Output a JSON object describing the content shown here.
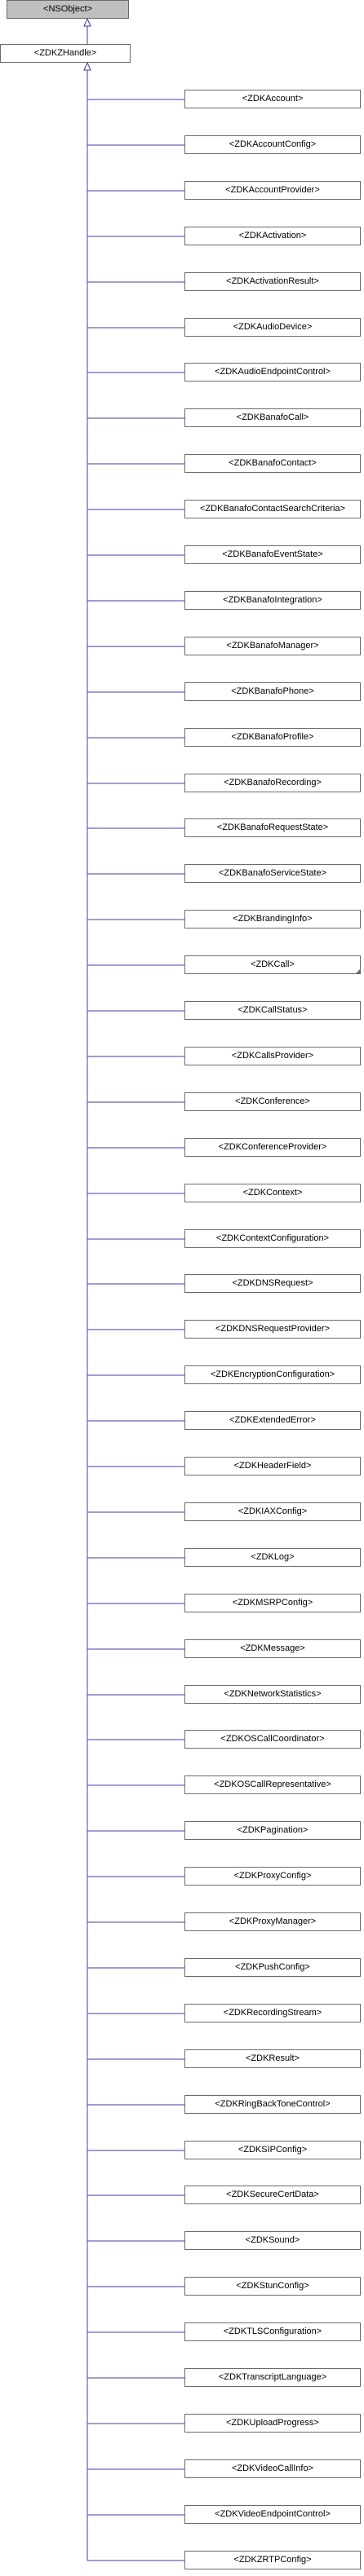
{
  "diagram": {
    "root": {
      "label": "<NSObject>"
    },
    "parent": {
      "label": "<ZDKZHandle>"
    },
    "children": [
      {
        "label": "<ZDKAccount>"
      },
      {
        "label": "<ZDKAccountConfig>"
      },
      {
        "label": "<ZDKAccountProvider>"
      },
      {
        "label": "<ZDKActivation>"
      },
      {
        "label": "<ZDKActivationResult>"
      },
      {
        "label": "<ZDKAudioDevice>"
      },
      {
        "label": "<ZDKAudioEndpointControl>"
      },
      {
        "label": "<ZDKBanafoCall>"
      },
      {
        "label": "<ZDKBanafoContact>"
      },
      {
        "label": "<ZDKBanafoContactSearchCriteria>"
      },
      {
        "label": "<ZDKBanafoEventState>"
      },
      {
        "label": "<ZDKBanafoIntegration>"
      },
      {
        "label": "<ZDKBanafoManager>"
      },
      {
        "label": "<ZDKBanafoPhone>"
      },
      {
        "label": "<ZDKBanafoProfile>"
      },
      {
        "label": "<ZDKBanafoRecording>"
      },
      {
        "label": "<ZDKBanafoRequestState>"
      },
      {
        "label": "<ZDKBanafoServiceState>"
      },
      {
        "label": "<ZDKBrandingInfo>"
      },
      {
        "label": "<ZDKCall>"
      },
      {
        "label": "<ZDKCallStatus>"
      },
      {
        "label": "<ZDKCallsProvider>"
      },
      {
        "label": "<ZDKConference>"
      },
      {
        "label": "<ZDKConferenceProvider>"
      },
      {
        "label": "<ZDKContext>"
      },
      {
        "label": "<ZDKContextConfiguration>"
      },
      {
        "label": "<ZDKDNSRequest>"
      },
      {
        "label": "<ZDKDNSRequestProvider>"
      },
      {
        "label": "<ZDKEncryptionConfiguration>"
      },
      {
        "label": "<ZDKExtendedError>"
      },
      {
        "label": "<ZDKHeaderField>"
      },
      {
        "label": "<ZDKIAXConfig>"
      },
      {
        "label": "<ZDKLog>"
      },
      {
        "label": "<ZDKMSRPConfig>"
      },
      {
        "label": "<ZDKMessage>"
      },
      {
        "label": "<ZDKNetworkStatistics>"
      },
      {
        "label": "<ZDKOSCallCoordinator>"
      },
      {
        "label": "<ZDKOSCallRepresentative>"
      },
      {
        "label": "<ZDKPagination>"
      },
      {
        "label": "<ZDKProxyConfig>"
      },
      {
        "label": "<ZDKProxyManager>"
      },
      {
        "label": "<ZDKPushConfig>"
      },
      {
        "label": "<ZDKRecordingStream>"
      },
      {
        "label": "<ZDKResult>"
      },
      {
        "label": "<ZDKRingBackToneControl>"
      },
      {
        "label": "<ZDKSIPConfig>"
      },
      {
        "label": "<ZDKSecureCertData>"
      },
      {
        "label": "<ZDKSound>"
      },
      {
        "label": "<ZDKStunConfig>"
      },
      {
        "label": "<ZDKTLSConfiguration>"
      },
      {
        "label": "<ZDKTranscriptLanguage>"
      },
      {
        "label": "<ZDKUploadProgress>"
      },
      {
        "label": "<ZDKVideoCallInfo>"
      },
      {
        "label": "<ZDKVideoEndpointControl>"
      },
      {
        "label": "<ZDKZRTPConfig>"
      }
    ],
    "colors": {
      "edge": "#3f3fa0",
      "root_fill": "#bfbfbf",
      "border": "#6b6b6b"
    }
  }
}
